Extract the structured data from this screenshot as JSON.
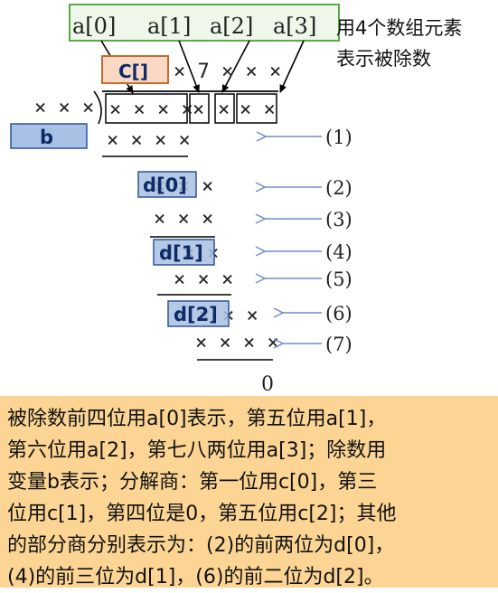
{
  "diagram": {
    "array_labels": [
      "a[0]",
      "a[1]",
      "a[2]",
      "a[3]"
    ],
    "array_note": [
      "用4个数组元素",
      "表示被除数"
    ],
    "quotient": {
      "label": "C[]",
      "digits": "× 7 × × ×"
    },
    "divisor": {
      "digits": "× × ×",
      "label": "b"
    },
    "dividend": {
      "group_a0": "× × × ×",
      "group_a1": "×",
      "group_a2": "×",
      "group_a3": "× ×"
    },
    "rows": [
      {
        "digits": "× × × ×",
        "step": "(1)"
      },
      {
        "digits": "× × ×",
        "step": "(2)",
        "label": "d[0]"
      },
      {
        "digits": "× × ×",
        "step": "(3)"
      },
      {
        "digits": "× × ×",
        "step": "(4)",
        "label": "d[1]"
      },
      {
        "digits": "× × ×",
        "step": "(5)"
      },
      {
        "digits": "× × × ×",
        "step": "(6)",
        "label": "d[2]"
      },
      {
        "digits": "× × × ×",
        "step": "(7)"
      }
    ],
    "remainder": "0",
    "colors": {
      "array_box_border": "#5aab46",
      "array_box_fill": "#eef7ea",
      "c_box_border": "#c96a2e",
      "c_box_fill": "#f9d9c4",
      "label_box_fill": "#a9c1e4",
      "label_box_border": "#2e5596",
      "label_text": "#0d2a66",
      "arrow": "#6f8fc8"
    }
  },
  "caption": {
    "lines": [
      "被除数前四位用a[0]表示，第五位用a[1]，",
      "第六位用a[2]，第七八两位用a[3]；除数用",
      "变量b表示；分解商：第一位用c[0]，第三",
      "位用c[1]，第四位是0，第五位用c[2]；其他",
      "的部分商分别表示为：(2)的前两位为d[0]，",
      "(4)的前三位为d[1]，(6)的前二位为d[2]。"
    ],
    "background": "#fcd594"
  }
}
